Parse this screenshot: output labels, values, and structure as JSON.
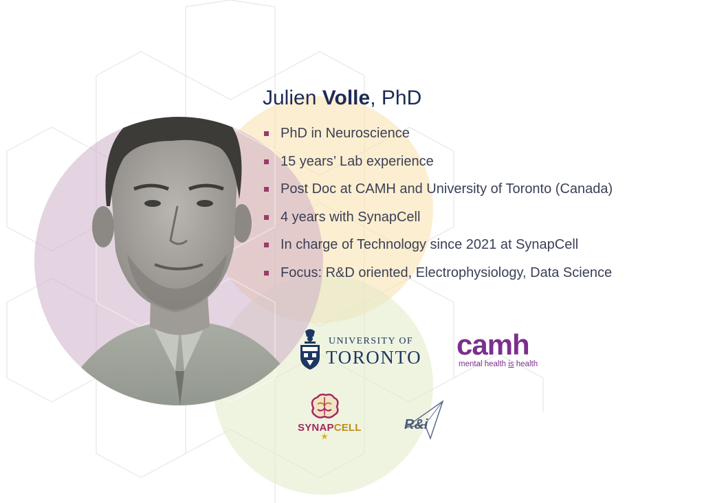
{
  "profile": {
    "first_name": "Julien",
    "last_name": "Volle",
    "suffix": ", PhD",
    "bullets": [
      "PhD in Neuroscience",
      "15 years’ Lab experience",
      "Post Doc at CAMH and University of Toronto (Canada)",
      "4 years with SynapCell",
      "In charge of Technology since 2021 at SynapCell",
      "Focus: R&D oriented, Electrophysiology, Data Science"
    ]
  },
  "logos": {
    "uoft": {
      "line1": "UNIVERSITY OF",
      "line2": "TORONTO"
    },
    "camh": {
      "word": "camh",
      "tag_before": "mental health ",
      "tag_is": "is",
      "tag_after": " health"
    },
    "synapcell": {
      "part1": "SYNAP",
      "part2": "CELL"
    },
    "ri": {
      "text": "R&i"
    }
  },
  "colors": {
    "title": "#1d2b55",
    "bullet_marker": "#9a3b6e",
    "circle_purple": "#cdafc8",
    "circle_yellow": "#fae0aa",
    "circle_green": "#e1ebc8",
    "camh": "#7b2f8f",
    "uoft": "#1d3761"
  }
}
